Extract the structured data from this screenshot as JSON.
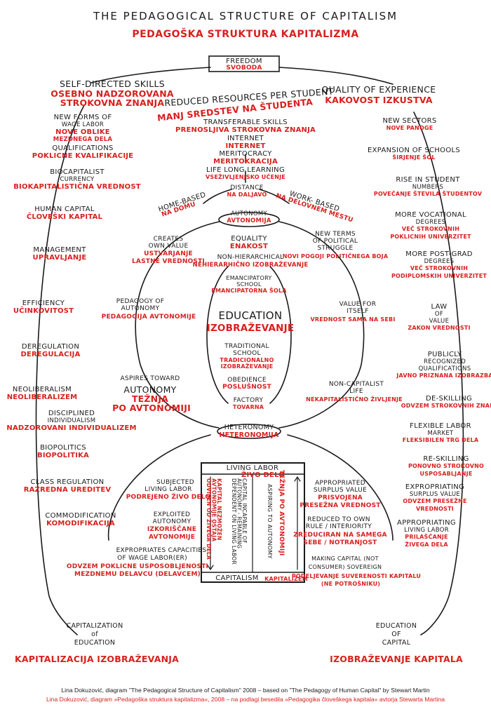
{
  "title": "The Pedagogical Structure of Capitalism",
  "subtitle": "Pedagoška struktura kapitalizma",
  "top": {
    "en": "Freedom",
    "sl": "Svoboda"
  },
  "bottom_box": {
    "en": "Heteronomy",
    "sl": "Heteronomija"
  },
  "autonomy": {
    "en": "Autonomy",
    "sl": "Avtonomija"
  },
  "center": {
    "en": "Education",
    "sl": "Izobraževanje"
  },
  "top_branches": {
    "left": {
      "en": "Self-directed skills",
      "sl1": "Osebno nadzorovana",
      "sl2": "strokovna znanja"
    },
    "center": {
      "en1": "Reduced resources per student",
      "sl": "Manj sredstev na študenta"
    },
    "right": {
      "en": "Quality of experience",
      "sl": "Kakovost izkustva"
    }
  },
  "center_column": [
    {
      "en": "Transferable skills",
      "sl": "Prenosljiva strokovna znanja"
    },
    {
      "en": "Internet",
      "sl": "Internet"
    },
    {
      "en": "Meritocracy",
      "sl": "Meritokracija"
    },
    {
      "en": "Life long learning",
      "sl": "Vseživljenjsko učenje"
    },
    {
      "en": "Distance",
      "sl": "na daljavo"
    }
  ],
  "home_based": {
    "en": "Home-based",
    "sl": "na domu"
  },
  "work_based": {
    "en": "Work- based",
    "sl": "na delovnem mestu"
  },
  "left_column": [
    {
      "en1": "New forms of",
      "en2": "wage labor",
      "sl1": "Nove oblike",
      "sl2": "mezdnega dela"
    },
    {
      "en1": "Qualifications",
      "sl1": "Poklicne kvalifikacije"
    },
    {
      "en1": "Biocapitalist",
      "en2": "currency",
      "sl1": "Biokapitalistična vrednost"
    },
    {
      "en1": "Human capital",
      "sl1": "Človeški kapital"
    },
    {
      "en1": "Management",
      "sl1": "Upravljanje"
    },
    {
      "en1": "Efficiency",
      "sl1": "Učinkovitost"
    },
    {
      "en1": "Deregulation",
      "sl1": "Deregulacija"
    },
    {
      "en1": "Neoliberalism",
      "sl1": "Neoliberalizem"
    },
    {
      "en1": "Disciplined",
      "en2": "individualism",
      "sl1": "Nadzorovani individualizem"
    },
    {
      "en1": "Biopolitics",
      "sl1": "Biopolitika"
    },
    {
      "en1": "Class regulation",
      "sl1": "Razredna ureditev"
    },
    {
      "en1": "Commodification",
      "sl1": "Komodifikacija"
    }
  ],
  "right_column": [
    {
      "en1": "New sectors",
      "sl1": "Nove panoge"
    },
    {
      "en1": "Expansion of schools",
      "sl1": "Širjenje šol"
    },
    {
      "en1": "Rise in student",
      "en2": "numbers",
      "sl1": "Povečanje števila študentov"
    },
    {
      "en1": "More vocational",
      "en2": "degrees",
      "sl1": "Več strokovnih",
      "sl2": "poklicnih univerzitet"
    },
    {
      "en1": "More post-grad",
      "en2": "degrees",
      "sl1": "Več strokovnih",
      "sl2": "podiplomskih univerzitet"
    },
    {
      "en1": "Law",
      "en2": "of",
      "en3": "value",
      "sl1": "Zakon vrednosti"
    },
    {
      "en1": "Publicly",
      "en2": "recognized",
      "en3": "qualifications",
      "sl1": "Javno priznana izobrazba"
    },
    {
      "en1": "De-skilling",
      "sl1": "Odvzem strokovnih znanj"
    },
    {
      "en1": "Flexible labor",
      "en2": "market",
      "sl1": "Fleksibilen trg dela"
    },
    {
      "en1": "Re-skilling",
      "sl1": "Ponovno strokovno",
      "sl2": "usposabljanje"
    },
    {
      "en1": "Expropriating",
      "en2": "surplus value",
      "sl1": "Odvzem presežne",
      "sl2": "vrednosti"
    },
    {
      "en1": "Appropriating",
      "en2": "living labor",
      "sl1": "Prilaščanje",
      "sl2": "živega dela"
    }
  ],
  "inner_left": [
    {
      "en1": "Creates",
      "en2": "own value",
      "sl1": "Ustvarjanje",
      "sl2": "lastne vrednosti"
    },
    {
      "en1": "Pedagogy of",
      "en2": "autonomy",
      "sl1": "Pedagogija avtonomije"
    },
    {
      "en1": "Aspires toward",
      "en2": "autonomy",
      "sl1": "Težnja",
      "sl2": "po avtonomiji"
    }
  ],
  "inner_center": [
    {
      "en1": "Equality",
      "sl1": "Enakost"
    },
    {
      "en1": "Non-hierarchical",
      "sl1": "Nehierarhično izobraževanje"
    },
    {
      "en1": "Emancipatory",
      "en2": "school",
      "sl1": "Emancipatorna šola"
    },
    {
      "en1": "Traditional",
      "en2": "school",
      "sl1": "Tradicionalno",
      "sl2": "izobraževanje"
    },
    {
      "en1": "Obedience",
      "sl1": "Poslušnost"
    },
    {
      "en1": "Factory",
      "sl1": "Tovarna"
    }
  ],
  "inner_right": [
    {
      "en1": "New terms",
      "en2": "of political",
      "en3": "struggle",
      "sl1": "Novi pogoji političnega boja"
    },
    {
      "en1": "Value for",
      "en2": "itself",
      "sl1": "Vrednost sama na sebi"
    },
    {
      "en1": "Non-capitalist",
      "en2": "life",
      "sl1": "Nekapitalistično življenje"
    }
  ],
  "labor_box": {
    "top_en": "Living labor",
    "top_sl": "Živo delo",
    "bottom_en": "Capitalism",
    "bottom_sl": "Kapitalizem",
    "col1_en": "Capital incapable of autonomy - remaining dependent on living labor",
    "col1_sl": "Kapital nezmožen avtonomije ostaja odvisen od živega dela",
    "col2_en": "Aspiring to autonomy",
    "col2_sl": "Težnja po avtonomiji"
  },
  "bottom_left_inner": [
    {
      "en1": "Subjected",
      "en2": "living labor",
      "sl1": "Podrejeno živo delo"
    },
    {
      "en1": "Exploited",
      "en2": "autonomy",
      "sl1": "Izkoriščane",
      "sl2": "avtonomije"
    },
    {
      "en1": "Expropriates capacities",
      "en2": "of wage labor(er)",
      "sl1": "Odvzem poklicne usposobljenosti",
      "sl2": "mezdnemu delavcu (delavcem)"
    }
  ],
  "bottom_right_inner": [
    {
      "en1": "Appropriated",
      "en2": "surplus value",
      "sl1": "Prisvojena",
      "sl2": "presežna vrednost"
    },
    {
      "en1": "Reduced to own",
      "en2": "rule / interiority",
      "sl1": "Zreduciran na samega",
      "sl2": "sebe / notranjost"
    },
    {
      "en1": "Making capital (not",
      "en2": "consumer) sovereign",
      "sl1": "Podeljevanje suverenosti kapitalu",
      "sl2": "(ne potrošniku)"
    }
  ],
  "corners": {
    "left": {
      "en1": "Capitalization",
      "en2": "of",
      "en3": "education",
      "sl": "Kapitalizacija izobraževanja"
    },
    "right": {
      "en1": "Education",
      "en2": "of",
      "en3": "capital",
      "sl": "Izobraževanje kapitala"
    }
  },
  "footer": {
    "en": "Lina Dokuzović, diagram \"The Pedagogical Structure of Capitalism\" 2008 – based on \"The Pedagogy of Human Capital\" by Stewart Martin",
    "sl": "Lina Dokuzović, diagram »Pedagoška struktura kapitalizma«, 2008 – na podlagi besedila »Pedagogika človeškega kapitala« avtorja Stewarta Martina"
  },
  "colors": {
    "ink": "#1a1a1a",
    "red": "#d8201e"
  }
}
